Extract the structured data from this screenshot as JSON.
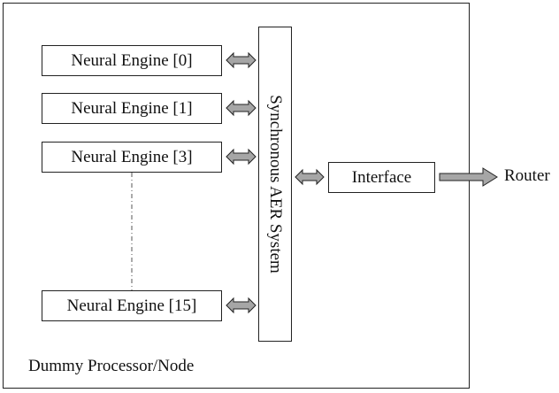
{
  "processor_node": {
    "label": "Dummy Processor/Node"
  },
  "neural_engines": [
    {
      "label": "Neural Engine [0]"
    },
    {
      "label": "Neural Engine [1]"
    },
    {
      "label": "Neural Engine [3]"
    },
    {
      "label": "Neural Engine [15]"
    }
  ],
  "aer_system": {
    "label": "Synchronous AER System"
  },
  "interface": {
    "label": "Interface"
  },
  "router": {
    "label": "Router"
  },
  "colors": {
    "arrow_fill": "#a6a6a6",
    "stroke": "#222222"
  }
}
